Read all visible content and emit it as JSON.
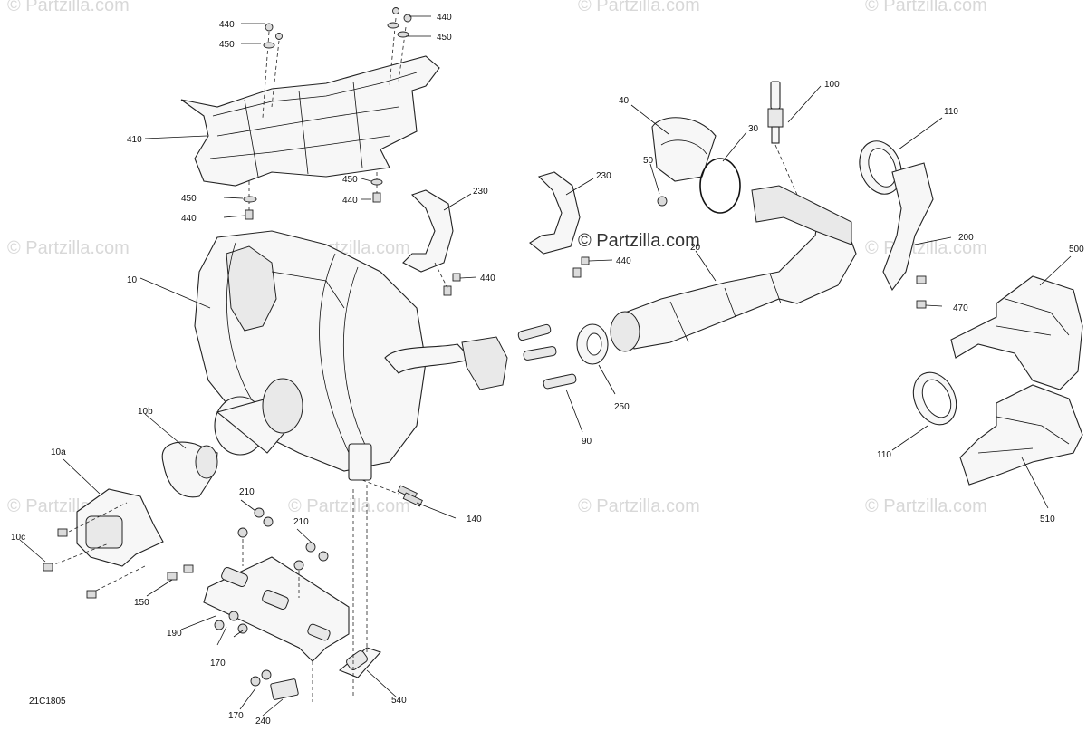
{
  "diagram": {
    "drawing_code": "21C1805",
    "watermark_main": "© Partzilla.com",
    "watermark_repeat": "© Partzilla.com",
    "callouts": [
      {
        "id": "c-440-a",
        "text": "440"
      },
      {
        "id": "c-450-a",
        "text": "450"
      },
      {
        "id": "c-440-b",
        "text": "440"
      },
      {
        "id": "c-450-b",
        "text": "450"
      },
      {
        "id": "c-410",
        "text": "410"
      },
      {
        "id": "c-450-c",
        "text": "450"
      },
      {
        "id": "c-440-c",
        "text": "440"
      },
      {
        "id": "c-450-d",
        "text": "450"
      },
      {
        "id": "c-440-d",
        "text": "440"
      },
      {
        "id": "c-230-a",
        "text": "230"
      },
      {
        "id": "c-440-e",
        "text": "440"
      },
      {
        "id": "c-230-b",
        "text": "230"
      },
      {
        "id": "c-440-f",
        "text": "440"
      },
      {
        "id": "c-40",
        "text": "40"
      },
      {
        "id": "c-50",
        "text": "50"
      },
      {
        "id": "c-30",
        "text": "30"
      },
      {
        "id": "c-100",
        "text": "100"
      },
      {
        "id": "c-110-a",
        "text": "110"
      },
      {
        "id": "c-200",
        "text": "200"
      },
      {
        "id": "c-470",
        "text": "470"
      },
      {
        "id": "c-500",
        "text": "500"
      },
      {
        "id": "c-20",
        "text": "20"
      },
      {
        "id": "c-10",
        "text": "10"
      },
      {
        "id": "c-250",
        "text": "250"
      },
      {
        "id": "c-90",
        "text": "90"
      },
      {
        "id": "c-110-b",
        "text": "110"
      },
      {
        "id": "c-510",
        "text": "510"
      },
      {
        "id": "c-10b",
        "text": "10b"
      },
      {
        "id": "c-10a",
        "text": "10a"
      },
      {
        "id": "c-10c",
        "text": "10c"
      },
      {
        "id": "c-140",
        "text": "140"
      },
      {
        "id": "c-210-a",
        "text": "210"
      },
      {
        "id": "c-210-b",
        "text": "210"
      },
      {
        "id": "c-150",
        "text": "150"
      },
      {
        "id": "c-190",
        "text": "190"
      },
      {
        "id": "c-170-a",
        "text": "170"
      },
      {
        "id": "c-540",
        "text": "540"
      },
      {
        "id": "c-170-b",
        "text": "170"
      },
      {
        "id": "c-240",
        "text": "240"
      }
    ]
  }
}
